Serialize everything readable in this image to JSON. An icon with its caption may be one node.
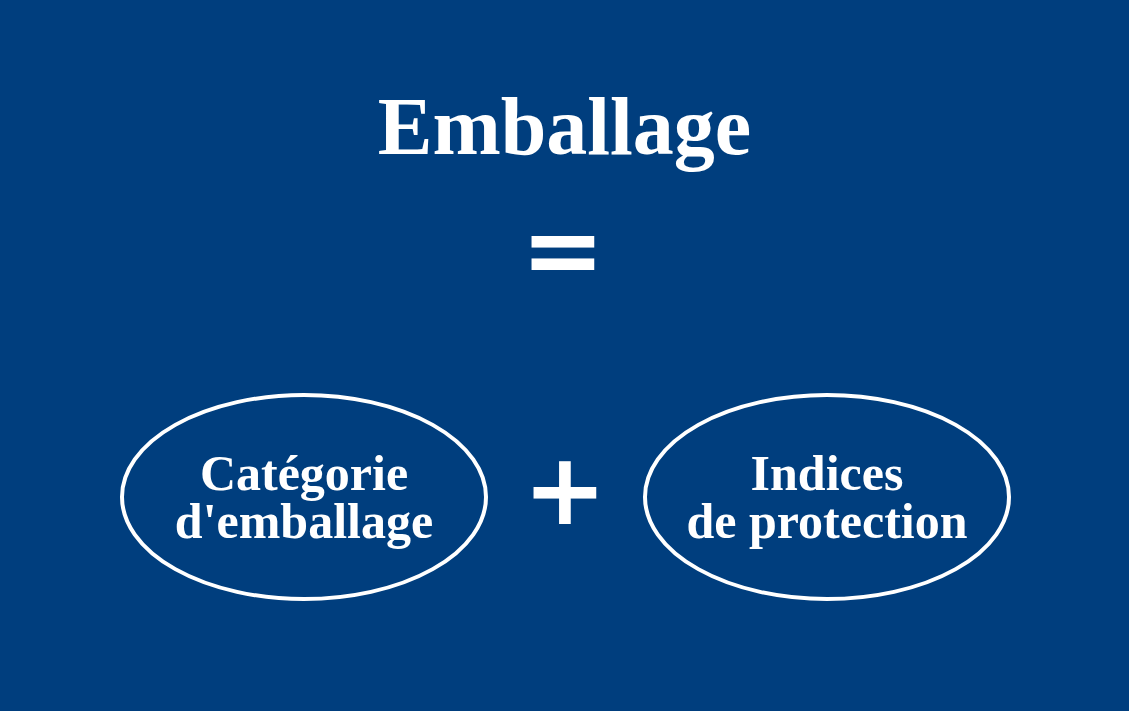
{
  "diagram": {
    "title": "Emballage",
    "nodes": [
      {
        "text": [
          "Catégorie d'emballage"
        ]
      },
      {
        "text": [
          "Indices de protection"
        ]
      }
    ],
    "labels": [
      "=",
      "+"
    ]
  }
}
